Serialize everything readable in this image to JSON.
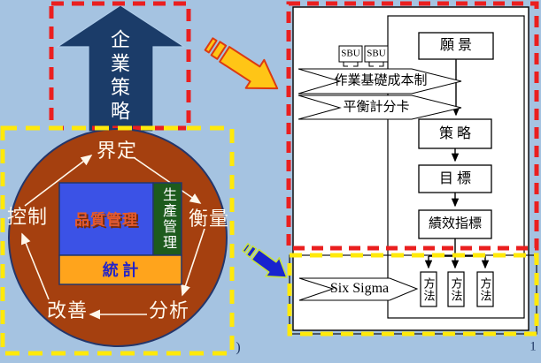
{
  "slide": {
    "page_number": "1",
    "paren_mark": ")"
  },
  "left_section": {
    "strategy_arrow_label": "企業策略",
    "dmaic_cycle": {
      "top": "界定",
      "right": "衡量",
      "bottom_right": "分析",
      "bottom_left": "改善",
      "left": "控制"
    },
    "inner_boxes": {
      "quality_management": "品質管理",
      "production_management": "生產管理",
      "statistics": "統 計"
    }
  },
  "right_section": {
    "vision": "願 景",
    "sbu_left": "SBU",
    "sbu_right": "SBU",
    "banner_activity_based_costing": "作業基礎成本制",
    "banner_balanced_scorecard": "平衡計分卡",
    "strategy": "策 略",
    "goal": "目 標",
    "performance_indicator": "績效指標",
    "six_sigma": "Six Sigma",
    "methods": [
      "方法",
      "方法",
      "方法"
    ]
  },
  "colors": {
    "background": "#A5C3E1",
    "navy_arrow": "#1B3C69",
    "red_dashed_border": "#EA1F1F",
    "yellow_dashed_border": "#FFE90A",
    "circle_brown": "#A5400F",
    "quality_box_blue": "#3B52E6",
    "production_box_green": "#1D5B1D",
    "statistics_box_orange": "#FFA41C",
    "orange_striped_arrow": "#FFC516",
    "blue_striped_arrow": "#1823CF",
    "page_number_navy": "#1F3864"
  }
}
